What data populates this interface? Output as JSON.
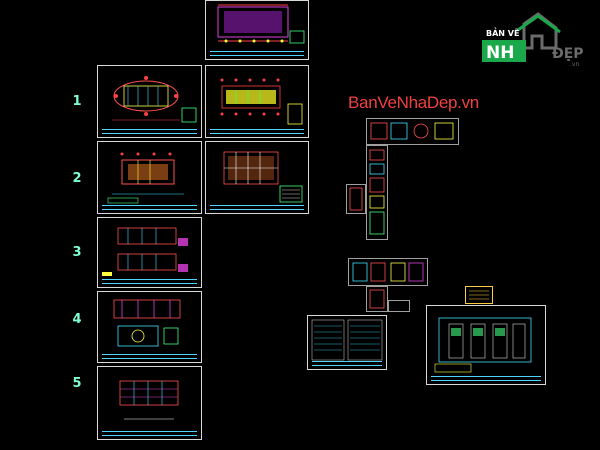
{
  "row_numbers": [
    "1",
    "2",
    "3",
    "4",
    "5"
  ],
  "watermark_text": "BanVeNhaDep.vn",
  "logo": {
    "top_text": "BẢN VẼ",
    "left_text": "NH",
    "right_text": "ĐẸP",
    "domain_text": ".vn",
    "icon": "house-logo-icon"
  },
  "colors": {
    "background": "#000000",
    "sheet_frame": "#d8d8d8",
    "row_label": "#7fffd0",
    "watermark": "#f04040",
    "logo_green": "#1aa84a",
    "logo_gray": "#6b6b6b"
  }
}
